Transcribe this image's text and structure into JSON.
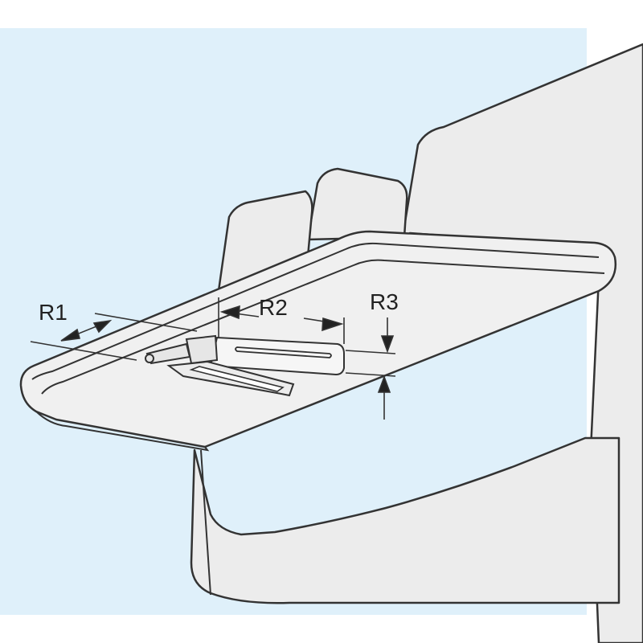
{
  "diagram": {
    "labels": {
      "r1": "R1",
      "r2": "R2",
      "r3": "R3"
    }
  },
  "colors": {
    "background_panel": "#dff0fa",
    "page": "#ffffff",
    "body_fill": "#ececec",
    "surface_fill": "#f0f0f0",
    "tray_fill": "#ececec",
    "line": "#333333"
  }
}
